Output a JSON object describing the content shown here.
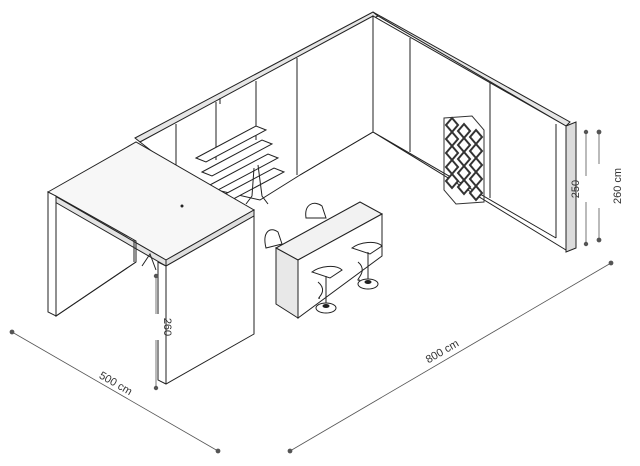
{
  "dimensions": {
    "depth": "500 cm",
    "width": "800 cm",
    "wall_height": "260 cm",
    "wall_inner_height": "250",
    "cabin_height": "260"
  },
  "colors": {
    "line": "#222222",
    "dim_line": "#555555",
    "wall_fill": "#ffffff",
    "wall_edge": "#d9d9d9",
    "shelf_cube": "#333333"
  }
}
